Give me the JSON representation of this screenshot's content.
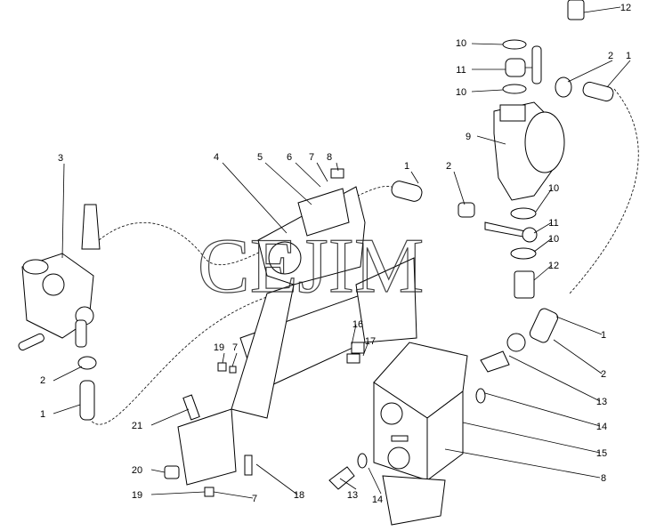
{
  "watermark": "CEJIM",
  "callouts": [
    {
      "id": "c1",
      "label": "12"
    },
    {
      "id": "c2",
      "label": "10"
    },
    {
      "id": "c3",
      "label": "11"
    },
    {
      "id": "c4",
      "label": "2"
    },
    {
      "id": "c5",
      "label": "1"
    },
    {
      "id": "c6",
      "label": "10"
    },
    {
      "id": "c7",
      "label": "9"
    },
    {
      "id": "c8",
      "label": "3"
    },
    {
      "id": "c9",
      "label": "4"
    },
    {
      "id": "c10",
      "label": "5"
    },
    {
      "id": "c11",
      "label": "6"
    },
    {
      "id": "c12",
      "label": "7"
    },
    {
      "id": "c13",
      "label": "8"
    },
    {
      "id": "c14",
      "label": "1"
    },
    {
      "id": "c15",
      "label": "2"
    },
    {
      "id": "c16",
      "label": "10"
    },
    {
      "id": "c17",
      "label": "11"
    },
    {
      "id": "c18",
      "label": "10"
    },
    {
      "id": "c19",
      "label": "12"
    },
    {
      "id": "c20",
      "label": "1"
    },
    {
      "id": "c21",
      "label": "2"
    },
    {
      "id": "c22",
      "label": "13"
    },
    {
      "id": "c23",
      "label": "14"
    },
    {
      "id": "c24",
      "label": "15"
    },
    {
      "id": "c25",
      "label": "8"
    },
    {
      "id": "c26",
      "label": "16"
    },
    {
      "id": "c27",
      "label": "17"
    },
    {
      "id": "c28",
      "label": "19"
    },
    {
      "id": "c29",
      "label": "7"
    },
    {
      "id": "c30",
      "label": "2"
    },
    {
      "id": "c31",
      "label": "1"
    },
    {
      "id": "c32",
      "label": "21"
    },
    {
      "id": "c33",
      "label": "20"
    },
    {
      "id": "c34",
      "label": "19"
    },
    {
      "id": "c35",
      "label": "7"
    },
    {
      "id": "c36",
      "label": "18"
    },
    {
      "id": "c37",
      "label": "13"
    },
    {
      "id": "c38",
      "label": "14"
    }
  ]
}
